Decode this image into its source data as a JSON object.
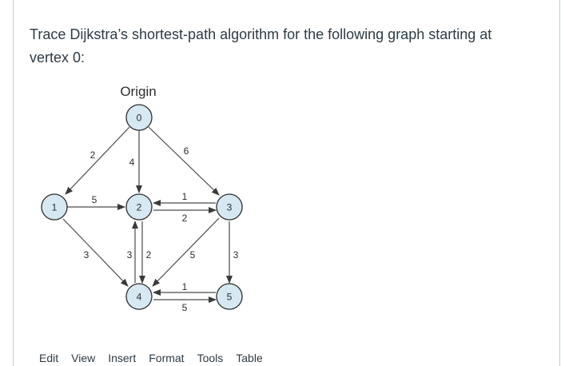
{
  "question": {
    "text": "Trace Dijkstra’s shortest-path algorithm for the following graph starting at vertex 0:"
  },
  "graph": {
    "origin_label": "Origin",
    "nodes": [
      {
        "id": "0",
        "label": "0"
      },
      {
        "id": "1",
        "label": "1"
      },
      {
        "id": "2",
        "label": "2"
      },
      {
        "id": "3",
        "label": "3"
      },
      {
        "id": "4",
        "label": "4"
      },
      {
        "id": "5",
        "label": "5"
      }
    ],
    "edges": [
      {
        "from": "0",
        "to": "1",
        "weight": "2"
      },
      {
        "from": "0",
        "to": "2",
        "weight": "4"
      },
      {
        "from": "0",
        "to": "3",
        "weight": "6"
      },
      {
        "from": "1",
        "to": "2",
        "weight": "5"
      },
      {
        "from": "1",
        "to": "4",
        "weight": "3"
      },
      {
        "from": "3",
        "to": "2",
        "weight": "1"
      },
      {
        "from": "2",
        "to": "3",
        "weight": "2"
      },
      {
        "from": "4",
        "to": "2",
        "weight": "3"
      },
      {
        "from": "2",
        "to": "4",
        "weight": "2"
      },
      {
        "from": "3",
        "to": "4",
        "weight": "5"
      },
      {
        "from": "3",
        "to": "5",
        "weight": "3"
      },
      {
        "from": "5",
        "to": "4",
        "weight": "1"
      },
      {
        "from": "4",
        "to": "5",
        "weight": "5"
      }
    ],
    "colors": {
      "node_fill": "#d6e8f2",
      "node_stroke": "#2d2d2d",
      "edge": "#4a4a4a"
    }
  },
  "menubar": {
    "items": [
      "Edit",
      "View",
      "Insert",
      "Format",
      "Tools",
      "Table"
    ]
  }
}
